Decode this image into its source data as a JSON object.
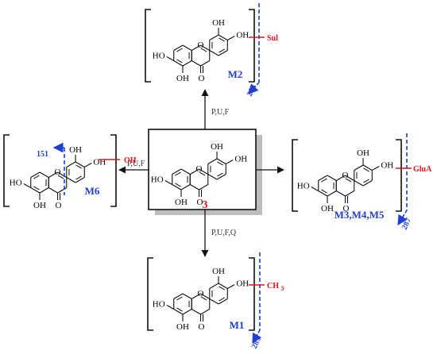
{
  "center": {
    "label": "3"
  },
  "structure_atoms": {
    "ho": "HO",
    "oh": "OH",
    "o": "O"
  },
  "products": {
    "top": {
      "label": "M2",
      "substituent": "Sul",
      "fragment": "285",
      "conditions": "P,U,F"
    },
    "left": {
      "label": "M6",
      "substituent": "OH",
      "fragment": "151",
      "conditions": "P,U,F"
    },
    "right": {
      "label": "M3,M4,M5",
      "substituent": "GluA",
      "fragment": "287",
      "conditions": ""
    },
    "bottom": {
      "label": "M1",
      "substituent": "CH3",
      "fragment": "285",
      "conditions": "P,U,F,Q"
    }
  },
  "colors": {
    "label_blue": "#1f3fd0",
    "substituent_red": "#e0141e",
    "cleavage_dash": "#1f3fd0"
  }
}
